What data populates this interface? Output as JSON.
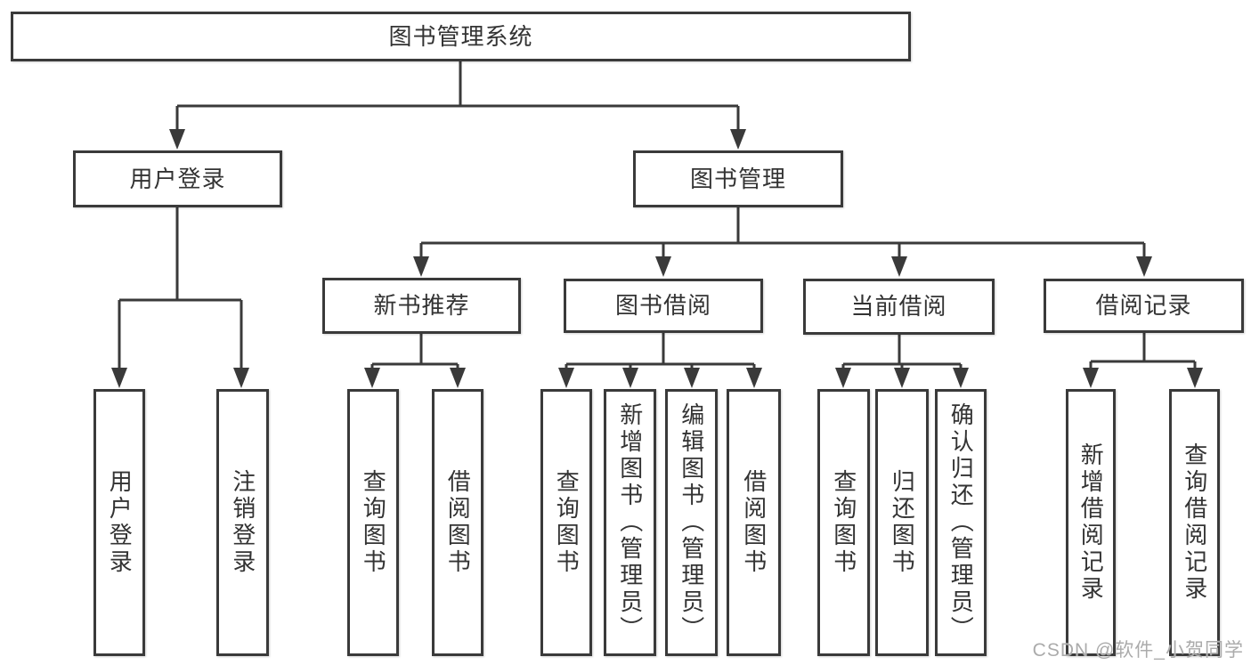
{
  "colors": {
    "line": "#3a3a3a",
    "text": "#333333",
    "watermark": "#ababab",
    "background": "#ffffff"
  },
  "watermark": "CSDN @软件_小贺同学",
  "nodes": {
    "root": "图书管理系统",
    "user_login": "用户登录",
    "book_mgmt": "图书管理",
    "new_book_rec": "新书推荐",
    "book_borrow": "图书借阅",
    "current_borrow": "当前借阅",
    "borrow_records": "借阅记录",
    "a1": "用户登录",
    "a2": "注销登录",
    "b1": "查询图书",
    "b2": "借阅图书",
    "c1": "查询图书",
    "c2": "新增图书（管理员）",
    "c3": "编辑图书（管理员）",
    "c4": "借阅图书",
    "d1": "查询图书",
    "d2": "归还图书",
    "d3": "确认归还（管理员）",
    "e1": "新增借阅记录",
    "e2": "查询借阅记录"
  },
  "structure": {
    "图书管理系统": [
      "用户登录",
      "图书管理"
    ],
    "用户登录": [
      "用户登录",
      "注销登录"
    ],
    "图书管理": [
      "新书推荐",
      "图书借阅",
      "当前借阅",
      "借阅记录"
    ],
    "新书推荐": [
      "查询图书",
      "借阅图书"
    ],
    "图书借阅": [
      "查询图书",
      "新增图书（管理员）",
      "编辑图书（管理员）",
      "借阅图书"
    ],
    "当前借阅": [
      "查询图书",
      "归还图书",
      "确认归还（管理员）"
    ],
    "借阅记录": [
      "新增借阅记录",
      "查询借阅记录"
    ]
  }
}
